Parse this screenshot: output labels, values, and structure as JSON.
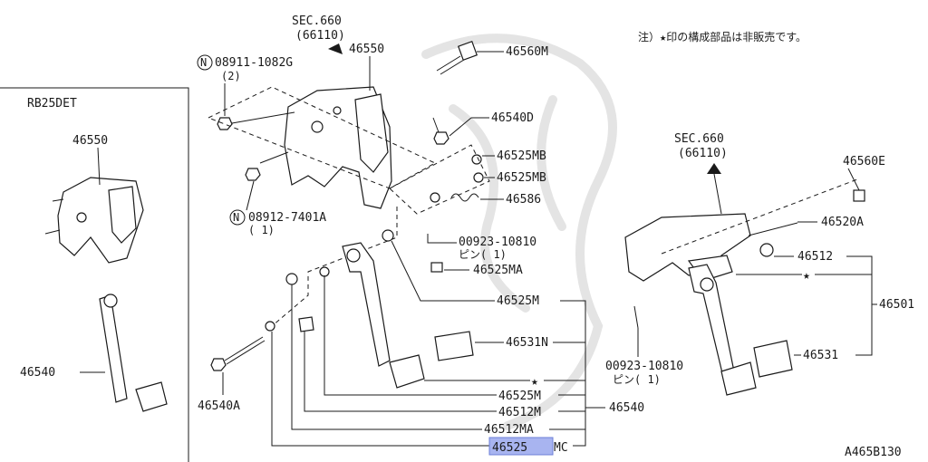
{
  "note": "注）★印の構成部品は非販売です。",
  "engine_label": "RB25DET",
  "figure_code": "A465B130",
  "highlight_color": "#a8b4f0",
  "parts": {
    "sec_top": "SEC.660",
    "sec_top_sub": "(66110)",
    "p46550_main": "46550",
    "p46550_inset": "46550",
    "p46540_inset": "46540",
    "n08911": "08911-1082G",
    "n08911_qty": "(2)",
    "n08912": "08912-7401A",
    "n08912_qty": "( 1)",
    "p46560M": "46560M",
    "p46540D": "46540D",
    "p46525MB_1": "46525MB",
    "p46525MB_2": "46525MB",
    "p46586": "46586",
    "pin_mid": "00923-10810",
    "pin_mid_qty": "ピン( 1)",
    "p46525MA": "46525MA",
    "p46525M_1": "46525M",
    "p46531N": "46531N",
    "p46525M_2": "46525M",
    "p46512M": "46512M",
    "p46512MA": "46512MA",
    "p46525MC_hl": "46525",
    "p46525MC_rest": "MC",
    "p46540": "46540",
    "p46540A": "46540A",
    "sec_right": "SEC.660",
    "sec_right_sub": "(66110)",
    "p46560E": "46560E",
    "p46520A": "46520A",
    "p46512": "46512",
    "p46501": "46501",
    "pin_right": "00923-10810",
    "pin_right_qty": "ピン( 1)",
    "p46531": "46531"
  },
  "star_glyph": "★"
}
